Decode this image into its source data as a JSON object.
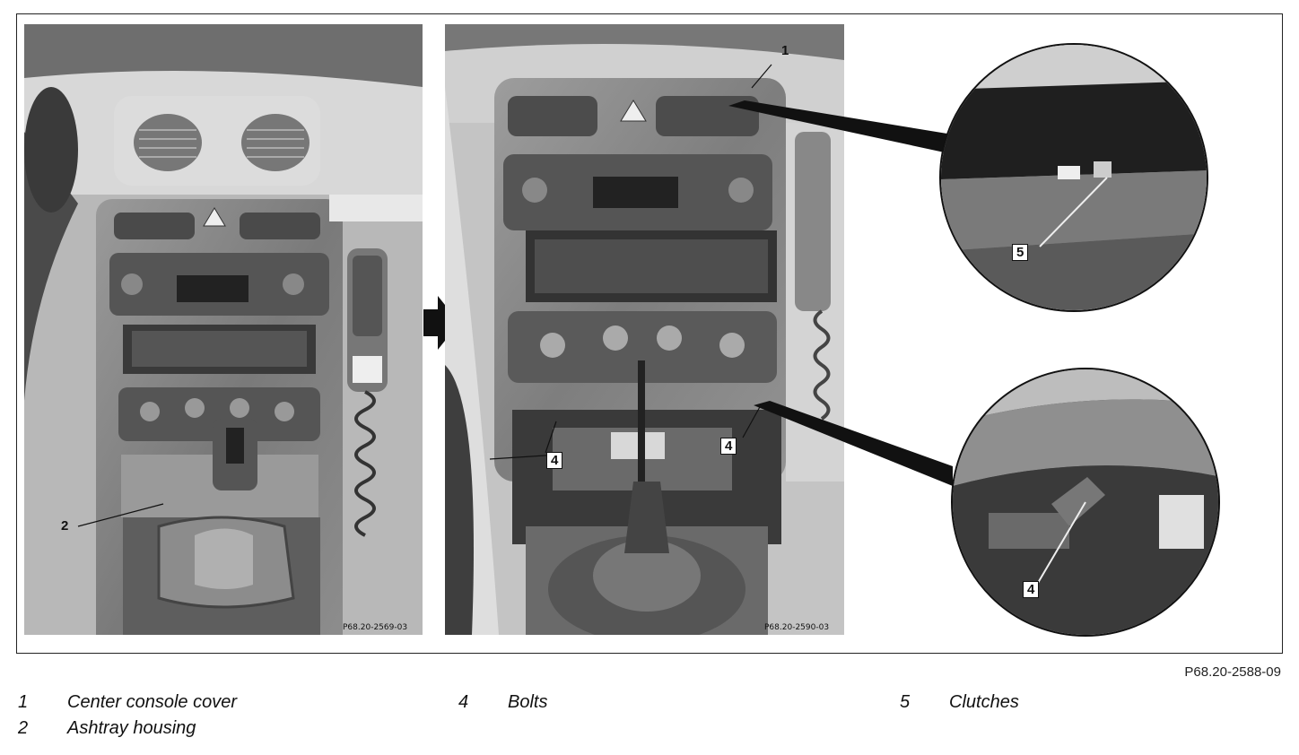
{
  "figure": {
    "left_photo_code": "P68.20-2569-03",
    "middle_photo_code": "P68.20-2590-03",
    "figure_code": "P68.20-2588-09"
  },
  "callouts": {
    "c1": "1",
    "c2": "2",
    "c4_left": "4",
    "c4_right": "4",
    "c5_detail": "5",
    "c4_detail": "4"
  },
  "legend": [
    {
      "num": "1",
      "text": "Center console cover"
    },
    {
      "num": "2",
      "text": "Ashtray housing"
    },
    {
      "num": "4",
      "text": "Bolts"
    },
    {
      "num": "5",
      "text": "Clutches"
    }
  ]
}
